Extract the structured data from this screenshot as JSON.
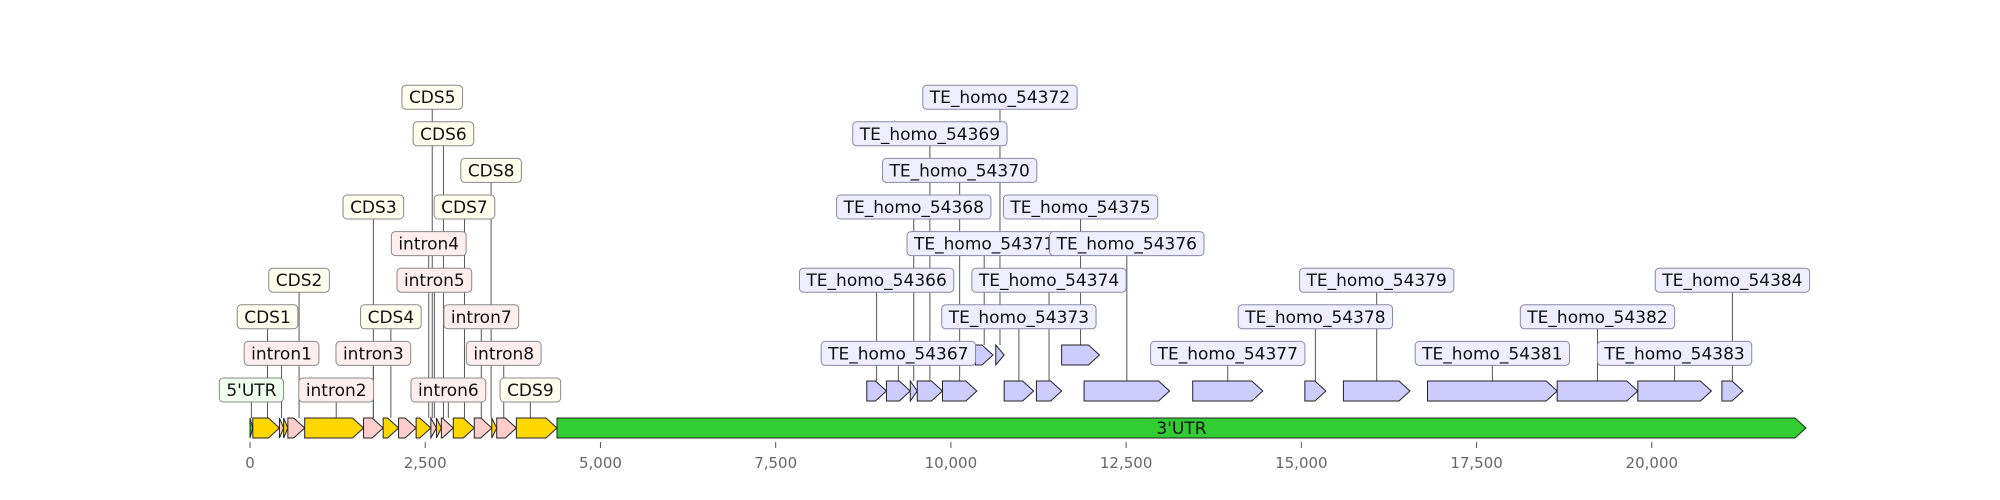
{
  "colors": {
    "cds": "#ffd700",
    "intron": "#ffcccc",
    "utr5": "#32cd32",
    "utr3": "#32cd32",
    "te": "#ccccff",
    "cds_label_bg": "#ffffee",
    "intron_label_bg": "#ffeeee",
    "utr_label_bg": "#eeffee",
    "te_label_bg": "#eeeeff",
    "te_label_border": "#8888aa",
    "label_border": "#888888",
    "connector": "#555555",
    "axis": "#555555"
  },
  "axis": {
    "range": [
      0,
      22200
    ],
    "ticks": [
      {
        "value": 0,
        "label": "0"
      },
      {
        "value": 2500,
        "label": "2,500"
      },
      {
        "value": 5000,
        "label": "5,000"
      },
      {
        "value": 7500,
        "label": "7,500"
      },
      {
        "value": 10000,
        "label": "10,000"
      },
      {
        "value": 12500,
        "label": "12,500"
      },
      {
        "value": 15000,
        "label": "15,000"
      },
      {
        "value": 17500,
        "label": "17,500"
      },
      {
        "value": 20000,
        "label": "20,000"
      }
    ]
  },
  "gene_features": [
    {
      "name": "5'UTR",
      "type": "utr5",
      "start": 0,
      "end": 40,
      "show_label": true
    },
    {
      "name": "CDS1",
      "type": "cds",
      "start": 40,
      "end": 420
    },
    {
      "name": "intron1",
      "type": "intron",
      "start": 420,
      "end": 480
    },
    {
      "name": "CDS2",
      "type": "cds",
      "start": 480,
      "end": 540
    },
    {
      "name": "intron2",
      "type": "intron",
      "start": 540,
      "end": 780
    },
    {
      "name": "CDS3",
      "type": "cds",
      "start": 780,
      "end": 1620
    },
    {
      "name": "intron3",
      "type": "intron",
      "start": 1620,
      "end": 1900
    },
    {
      "name": "CDS4",
      "type": "cds",
      "start": 1900,
      "end": 2120
    },
    {
      "name": "intron4",
      "type": "intron",
      "start": 2120,
      "end": 2370
    },
    {
      "name": "CDS5",
      "type": "cds",
      "start": 2370,
      "end": 2580
    },
    {
      "name": "intron5",
      "type": "intron",
      "start": 2580,
      "end": 2660
    },
    {
      "name": "CDS6",
      "type": "cds",
      "start": 2660,
      "end": 2730
    },
    {
      "name": "intron6",
      "type": "intron",
      "start": 2730,
      "end": 2900
    },
    {
      "name": "CDS7",
      "type": "cds",
      "start": 2900,
      "end": 3200
    },
    {
      "name": "intron7",
      "type": "intron",
      "start": 3200,
      "end": 3450
    },
    {
      "name": "CDS8",
      "type": "cds",
      "start": 3450,
      "end": 3520
    },
    {
      "name": "intron8",
      "type": "intron",
      "start": 3520,
      "end": 3800
    },
    {
      "name": "CDS9",
      "type": "cds",
      "start": 3800,
      "end": 4380
    },
    {
      "name": "3'UTR",
      "type": "utr3",
      "start": 4380,
      "end": 22200,
      "inline_label": true
    }
  ],
  "gene_labels": [
    {
      "name": "5'UTR",
      "type": "utr5",
      "anchor": 20,
      "row": 0
    },
    {
      "name": "intron2",
      "type": "intron",
      "anchor": 1230,
      "row": 0
    },
    {
      "name": "intron6",
      "type": "intron",
      "anchor": 2830,
      "row": 0
    },
    {
      "name": "CDS9",
      "type": "cds",
      "anchor": 4000,
      "row": 0
    },
    {
      "name": "intron1",
      "type": "intron",
      "anchor": 450,
      "row": 1
    },
    {
      "name": "intron3",
      "type": "intron",
      "anchor": 1760,
      "row": 1
    },
    {
      "name": "intron8",
      "type": "intron",
      "anchor": 3620,
      "row": 1
    },
    {
      "name": "CDS1",
      "type": "cds",
      "anchor": 250,
      "row": 2
    },
    {
      "name": "CDS4",
      "type": "cds",
      "anchor": 2010,
      "row": 2
    },
    {
      "name": "intron7",
      "type": "intron",
      "anchor": 3300,
      "row": 2
    },
    {
      "name": "CDS2",
      "type": "cds",
      "anchor": 700,
      "row": 3
    },
    {
      "name": "intron5",
      "type": "intron",
      "anchor": 2630,
      "row": 3
    },
    {
      "name": "intron4",
      "type": "intron",
      "anchor": 2550,
      "row": 4
    },
    {
      "name": "CDS3",
      "type": "cds",
      "anchor": 1760,
      "row": 5
    },
    {
      "name": "CDS7",
      "type": "cds",
      "anchor": 3060,
      "row": 5
    },
    {
      "name": "CDS8",
      "type": "cds",
      "anchor": 3440,
      "row": 6
    },
    {
      "name": "CDS6",
      "type": "cds",
      "anchor": 2760,
      "row": 7
    },
    {
      "name": "CDS5",
      "type": "cds",
      "anchor": 2600,
      "row": 8
    }
  ],
  "te_features": [
    {
      "name": "TE_homo_54366",
      "start": 8800,
      "end": 9080,
      "level": 0,
      "label_row": 3
    },
    {
      "name": "TE_homo_54367",
      "start": 9080,
      "end": 9420,
      "level": 0,
      "label_row": 1
    },
    {
      "name": "TE_homo_54368",
      "start": 9420,
      "end": 9520,
      "level": 0,
      "label_row": 5
    },
    {
      "name": "TE_homo_54369",
      "start": 9520,
      "end": 9880,
      "level": 0,
      "label_row": 7
    },
    {
      "name": "TE_homo_54370",
      "start": 9880,
      "end": 10370,
      "level": 0,
      "label_row": 6
    },
    {
      "name": "TE_homo_54371",
      "start": 10350,
      "end": 10600,
      "level": 1,
      "label_row": 4
    },
    {
      "name": "TE_homo_54372",
      "start": 10640,
      "end": 10760,
      "level": 1,
      "label_row": 8
    },
    {
      "name": "TE_homo_54373",
      "start": 10760,
      "end": 11180,
      "level": 0,
      "label_row": 2
    },
    {
      "name": "TE_homo_54374",
      "start": 11220,
      "end": 11580,
      "level": 0,
      "label_row": 3
    },
    {
      "name": "TE_homo_54375",
      "start": 11580,
      "end": 12120,
      "level": 1,
      "label_row": 5
    },
    {
      "name": "TE_homo_54376",
      "start": 11900,
      "end": 13120,
      "level": 0,
      "label_row": 4
    },
    {
      "name": "TE_homo_54377",
      "start": 13450,
      "end": 14450,
      "level": 0,
      "label_row": 1
    },
    {
      "name": "TE_homo_54378",
      "start": 15050,
      "end": 15350,
      "level": 0,
      "label_row": 2
    },
    {
      "name": "TE_homo_54379",
      "start": 15600,
      "end": 16550,
      "level": 0,
      "label_row": 3
    },
    {
      "name": "TE_homo_54381",
      "start": 16800,
      "end": 18650,
      "level": 0,
      "label_row": 1
    },
    {
      "name": "TE_homo_54382",
      "start": 18650,
      "end": 19800,
      "level": 0,
      "label_row": 2
    },
    {
      "name": "TE_homo_54383",
      "start": 19800,
      "end": 20850,
      "level": 0,
      "label_row": 1
    },
    {
      "name": "TE_homo_54384",
      "start": 21000,
      "end": 21300,
      "level": 0,
      "label_row": 3
    }
  ]
}
